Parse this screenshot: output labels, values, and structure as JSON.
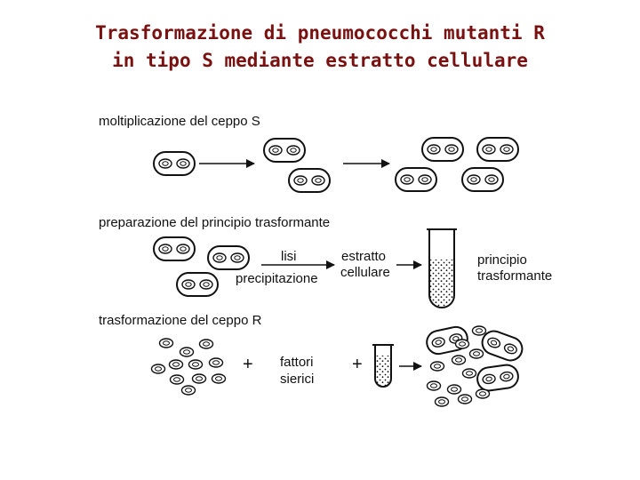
{
  "title": {
    "line1": "Trasformazione di pneumococchi mutanti R",
    "line2": "in tipo S mediante estratto cellulare"
  },
  "section1": {
    "heading": "moltiplicazione del ceppo S"
  },
  "section2": {
    "heading": "preparazione del principio trasformante",
    "arrow_label_top": "lisi",
    "arrow_label_bottom": "precipitazione",
    "extract_line1": "estratto",
    "extract_line2": "cellulare",
    "result_line1": "principio",
    "result_line2": "trasformante"
  },
  "section3": {
    "heading": "trasformazione del ceppo R",
    "plus1": "+",
    "factors_line1": "fattori",
    "factors_line2": "sierici",
    "plus2": "+"
  }
}
